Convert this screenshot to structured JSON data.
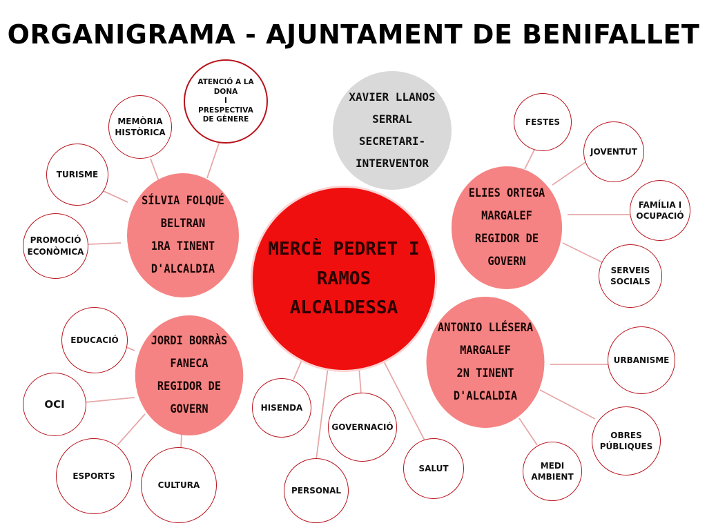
{
  "title": "ORGANIGRAMA - AJUNTAMENT DE BENIFALLET",
  "colors": {
    "center": "#f00f0f",
    "leaders": "#f58383",
    "secretary": "#d9d9d9",
    "outline": "#b8131b",
    "connector": "#e7a8a8"
  },
  "mayor": "MERCÈ PEDRET  I\nRAMOS\nALCALDESSA",
  "secretary": "XAVIER LLANOS\nSERRAL\nSECRETARI-\nINTERVENTOR",
  "leaders": {
    "silvia": "SÍLVIA FOLQUÉ\nBELTRAN\n1RA TINENT\nD'ALCALDIA",
    "jordi": "JORDI BORRÀS\nFANECA\nREGIDOR DE\nGOVERN",
    "elies": "ELIES ORTEGA\nMARGALEF\nREGIDOR DE\nGOVERN",
    "antonio": "ANTONIO LLÉSERA\nMARGALEF\n2N TINENT\nD'ALCALDIA"
  },
  "areas": {
    "atencio": "ATENCIÓ A LA\nDONA\nI\nPRESPECTIVA\nDE GÈNERE",
    "memoria": "MEMÒRIA\nHISTÒRICA",
    "turisme": "TURISME",
    "promocio": "PROMOCIÓ\nECONÒMICA",
    "educacio": "EDUCACIÓ",
    "oci": "OCI",
    "esports": "ESPORTS",
    "cultura": "CULTURA",
    "hisenda": "HISENDA",
    "personal": "PERSONAL",
    "governacio": "GOVERNACIÓ",
    "salut": "SALUT",
    "festes": "FESTES",
    "joventut": "JOVENTUT",
    "familia": "FAMÍLIA I\nOCUPACIÓ",
    "serveis": "SERVEIS\nSOCIALS",
    "urbanisme": "URBANISME",
    "obres": "OBRES\nPÚBLIQUES",
    "medi": "MEDI\nAMBIENT"
  }
}
